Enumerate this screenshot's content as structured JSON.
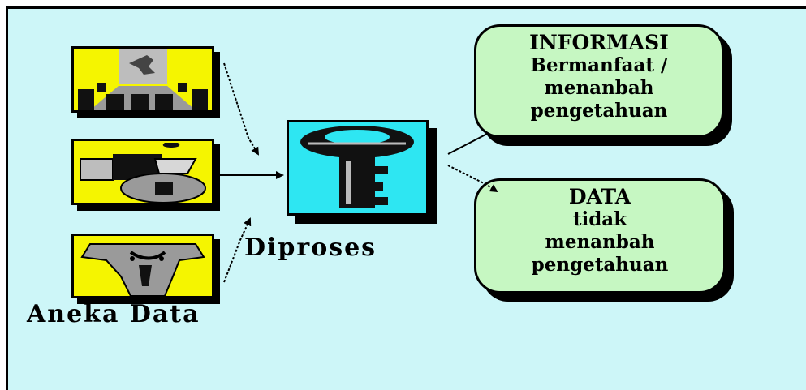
{
  "inputs_label": "Aneka Data",
  "process_label": "Diproses",
  "outputs": [
    {
      "lines": [
        "INFORMASI",
        "Bermanfaat /",
        "menanbah",
        "pengetahuan"
      ]
    },
    {
      "lines": [
        "DATA",
        "tidak",
        "menanbah",
        "pengetahuan"
      ]
    }
  ],
  "icons": {
    "input_1": "meeting-scene-icon",
    "input_2": "money-bag-hand-icon",
    "input_3": "elephant-icon",
    "process": "key-icon"
  },
  "colors": {
    "background": "#cdf6f8",
    "picture_fill": "#f5f500",
    "process_fill": "#2ee6f2",
    "bubble_fill": "#c6f7c2"
  }
}
